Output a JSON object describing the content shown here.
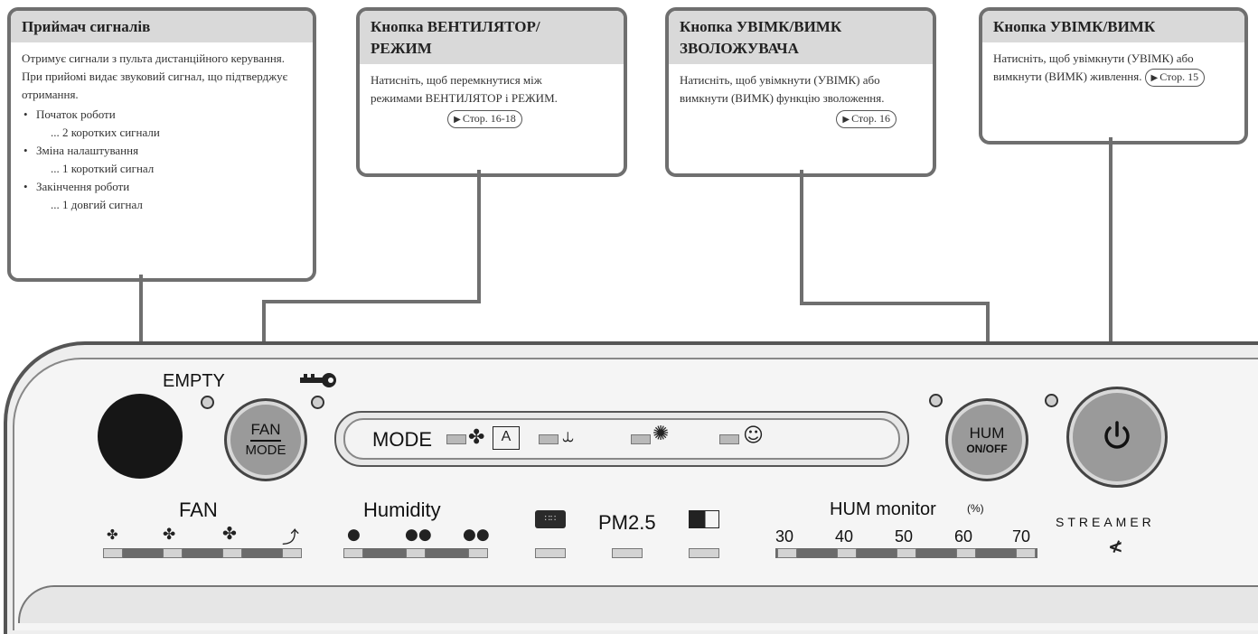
{
  "callouts": {
    "receiver": {
      "title": "Приймач сигналів",
      "text": "Отримує сигнали з пульта дистанційного керування. При прийомі видає звуковий сигнал, що підтверджує отримання.",
      "items": [
        {
          "label": "Початок роботи",
          "detail": "... 2 коротких сигнали"
        },
        {
          "label": "Зміна налаштування",
          "detail": "... 1 короткий сигнал"
        },
        {
          "label": "Закінчення роботи",
          "detail": "... 1 довгий сигнал"
        }
      ]
    },
    "fan_mode": {
      "title_line1": "Кнопка ВЕНТИЛЯТОР/",
      "title_line2": "РЕЖИМ",
      "text": "Натисніть, щоб перемкнутися між режимами ВЕНТИЛЯТОР і РЕЖИМ.",
      "ref": "Стор. 16-18"
    },
    "hum": {
      "title_line1": "Кнопка УВІМК/ВИМК",
      "title_line2": "ЗВОЛОЖУВАЧА",
      "text": "Натисніть, щоб увімкнути (УВІМК) або вимкнути (ВИМК) функцію зволоження.",
      "ref": "Стор. 16"
    },
    "power": {
      "title": "Кнопка УВІМК/ВИМК",
      "text": "Натисніть, щоб увімкнути (УВІМК) або вимкнути (ВИМК) живлення.",
      "ref": "Стор. 15"
    }
  },
  "panel": {
    "empty_label": "EMPTY",
    "fan_button": {
      "top": "FAN",
      "bottom": "MODE"
    },
    "mode_label": "MODE",
    "hum_button": {
      "top": "HUM",
      "bottom": "ON/OFF"
    },
    "fan_label": "FAN",
    "humidity_label": "Humidity",
    "pm_label": "PM2.5",
    "hum_monitor_label": "HUM monitor",
    "hum_monitor_unit": "(%)",
    "hum_scale": [
      "30",
      "40",
      "50",
      "60",
      "70"
    ],
    "streamer_label": "STREAMER"
  },
  "icons": [
    "key-icon",
    "power-icon",
    "fan-icon",
    "auto-icon",
    "moon-icon",
    "pollen-icon",
    "economy-icon",
    "droplet-icon",
    "dust-icon",
    "odor-icon",
    "streamer-icon",
    "turbo-icon"
  ]
}
